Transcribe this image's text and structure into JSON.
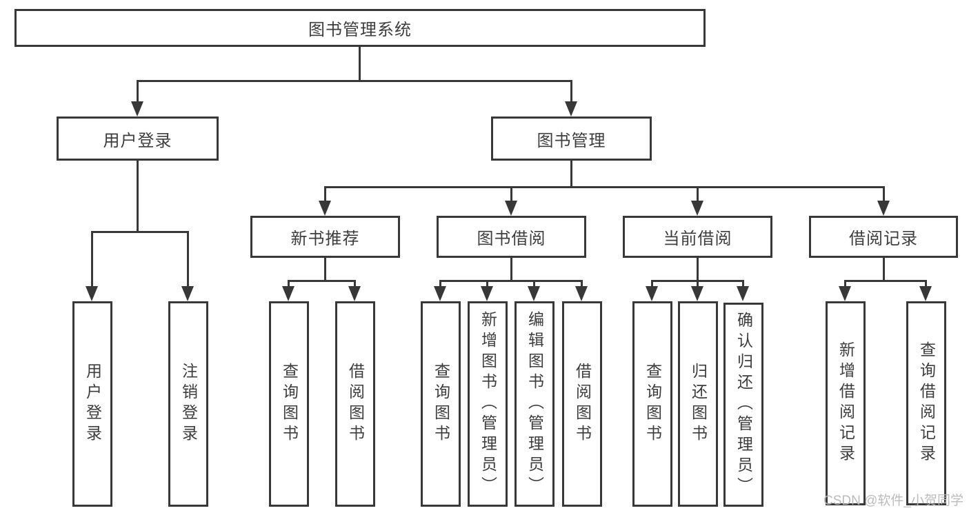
{
  "diagram_type": "hierarchical-function-structure-tree",
  "tree": {
    "label": "图书管理系统",
    "children": [
      {
        "label": "用户登录",
        "children": [
          {
            "label": "用户登录"
          },
          {
            "label": "注销登录"
          }
        ]
      },
      {
        "label": "图书管理",
        "children": [
          {
            "label": "新书推荐",
            "children": [
              {
                "label": "查询图书"
              },
              {
                "label": "借阅图书"
              }
            ]
          },
          {
            "label": "图书借阅",
            "children": [
              {
                "label": "查询图书"
              },
              {
                "label": "新增图书（管理员）"
              },
              {
                "label": "编辑图书（管理员）"
              },
              {
                "label": "借阅图书"
              }
            ]
          },
          {
            "label": "当前借阅",
            "children": [
              {
                "label": "查询图书"
              },
              {
                "label": "归还图书"
              },
              {
                "label": "确认归还（管理员）"
              }
            ]
          },
          {
            "label": "借阅记录",
            "children": [
              {
                "label": "新增借阅记录"
              },
              {
                "label": "查询借阅记录"
              }
            ]
          }
        ]
      }
    ]
  },
  "watermark": "CSDN @软件_小贺同学",
  "colors": {
    "line": "#383838",
    "box_border": "#383838",
    "box_fill": "#ffffff",
    "text": "#3d3d3d",
    "watermark": "#b7b7b7",
    "background": "#ffffff"
  }
}
